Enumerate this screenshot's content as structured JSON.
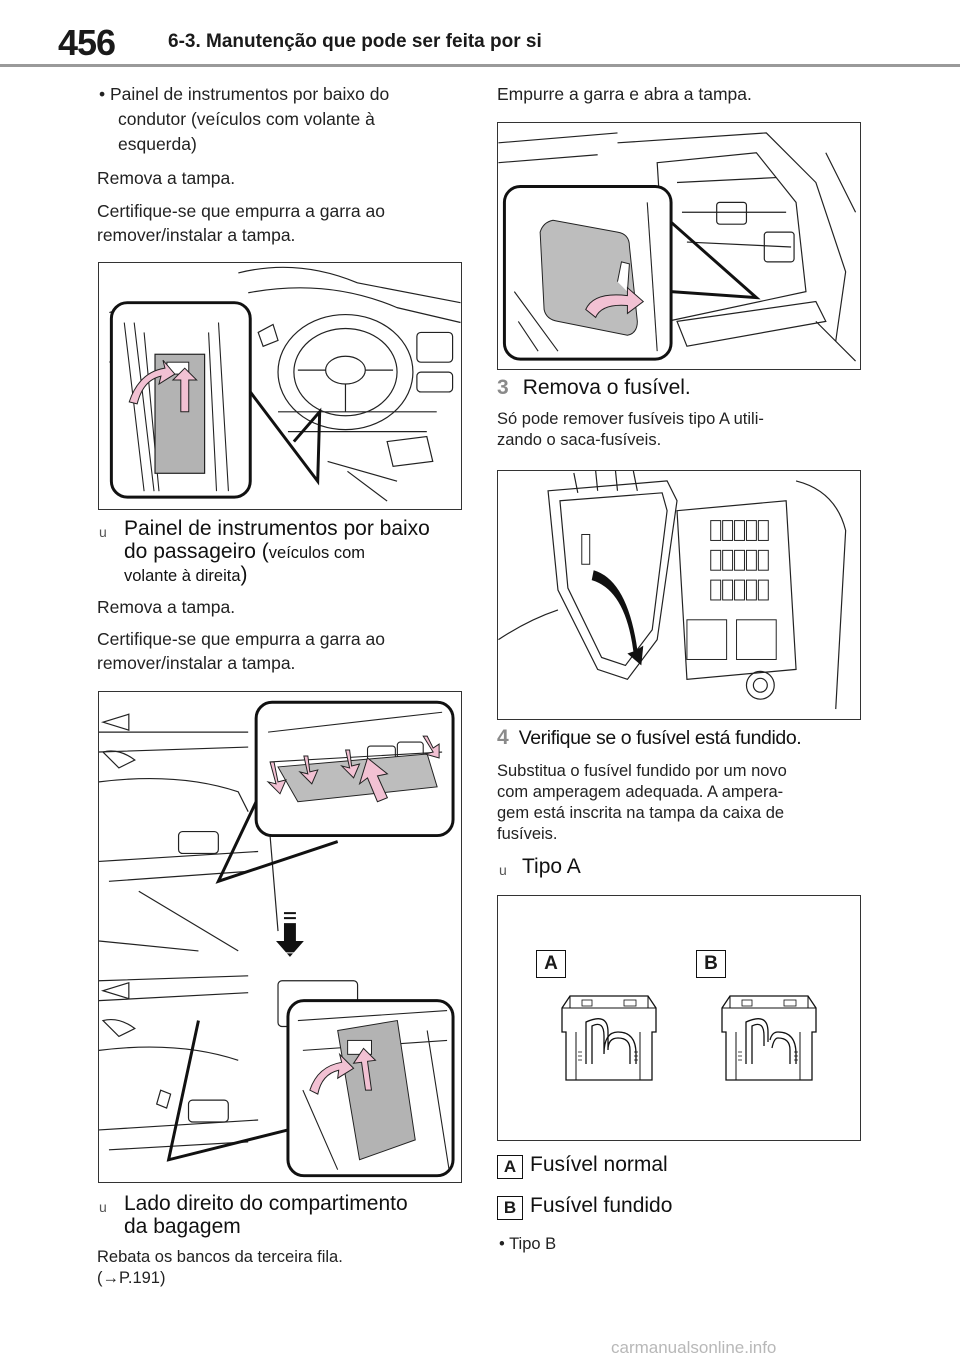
{
  "header": {
    "page_number": "456",
    "section": "6-3. Manutenção que pode ser feita por si"
  },
  "left": {
    "intro_bullet_line1": "• Painel de instrumentos por baixo do",
    "intro_bullet_line2": "condutor (veículos com volante à",
    "intro_bullet_line3": "esquerda)",
    "remove_cover_1": "Remova a tampa.",
    "certify_1_line1": "Certifique-se que empurra a garra ao",
    "certify_1_line2": "remover/instalar a tampa.",
    "passenger_bullet": "u",
    "passenger_head_line1": "Painel de instrumentos por baixo",
    "passenger_head_line2": "do passageiro (",
    "passenger_head_small_1": "veículos com",
    "passenger_head_small_2": "volante à direita",
    "passenger_head_close": ")",
    "remove_cover_2": "Remova a tampa.",
    "certify_2_line1": "Certifique-se que empurra a garra ao",
    "certify_2_line2": "remover/instalar a tampa.",
    "luggage_bullet": "u",
    "luggage_head_line1": "Lado direito do compartimento",
    "luggage_head_line2": "da bagagem",
    "fold_seats_line1": "Rebata os bancos da terceira fila.",
    "fold_seats_line2": "(→P.191)"
  },
  "right": {
    "push_claw": "Empurre a garra e abra a tampa.",
    "step3_num": "3",
    "step3_title": "Remova o fusível.",
    "step3_desc_line1": "Só pode remover fusíveis tipo A utili-",
    "step3_desc_line2": "zando o saca-fusíveis.",
    "step4_num": "4",
    "step4_title": "Verifique se o fusível está fundido.",
    "step4_desc_line1": "Substitua o fusível fundido por um novo",
    "step4_desc_line2": "com amperagem adequada. A ampera-",
    "step4_desc_line3": "gem está inscrita na tampa da caixa de",
    "step4_desc_line4": "fusíveis.",
    "typeA_bullet": "u",
    "typeA_head": "Tipo A",
    "fig_label_a": "A",
    "fig_label_b": "B",
    "legend_a_letter": "A",
    "legend_a_text": "Fusível normal",
    "legend_b_letter": "B",
    "legend_b_text": "Fusível fundido",
    "typeB_bullet": "• Tipo B"
  },
  "footer": {
    "watermark": "carmanualsonline.info"
  }
}
